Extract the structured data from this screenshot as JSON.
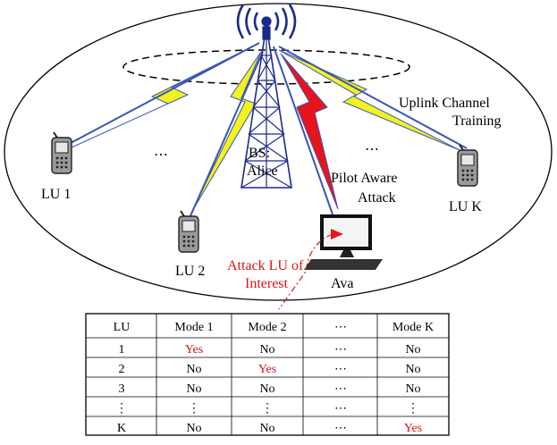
{
  "diagram": {
    "bs_label_line1": "BS:",
    "bs_label_line2": "Alice",
    "users": [
      {
        "id": "lu1",
        "label": "LU 1"
      },
      {
        "id": "lu2",
        "label": "LU 2"
      },
      {
        "id": "luk",
        "label": "LU K"
      }
    ],
    "ellipsis": "⋯",
    "uplink_label_line1": "Uplink Channel",
    "uplink_label_line2": "Training",
    "attack_label_line1": "Pilot Aware",
    "attack_label_line2": "Attack",
    "attacker_label": "Ava",
    "interest_label_line1": "Attack LU of",
    "interest_label_line2": "Interest",
    "colors": {
      "link_fill": "#f2f21e",
      "link_stroke": "#3a55b5",
      "attack_fill": "#e8141c",
      "annotation_red": "#d8141a"
    }
  },
  "table": {
    "header": [
      "LU",
      "Mode 1",
      "Mode 2",
      "⋯",
      "Mode K"
    ],
    "rows": [
      [
        "1",
        "Yes",
        "No",
        "⋯",
        "No"
      ],
      [
        "2",
        "No",
        "Yes",
        "⋯",
        "No"
      ],
      [
        "3",
        "No",
        "No",
        "⋯",
        "No"
      ],
      [
        "⋮",
        "⋮",
        "⋮",
        "⋯",
        "⋮"
      ],
      [
        "K",
        "No",
        "No",
        "⋯",
        "Yes"
      ]
    ],
    "highlight_text": "Yes"
  }
}
